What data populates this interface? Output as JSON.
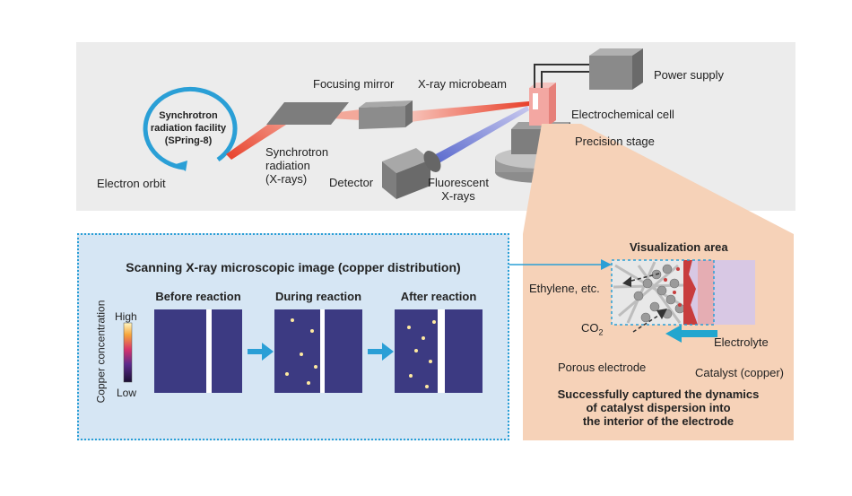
{
  "setup": {
    "synchrotron_label": "Synchrotron\nradiation facility\n(SPring-8)",
    "electron_orbit": "Electron orbit",
    "focusing_mirror": "Focusing mirror",
    "xray_microbeam": "X-ray microbeam",
    "power_supply": "Power supply",
    "electrochemical_cell": "Electrochemical cell",
    "precision_stage": "Precision stage",
    "synchrotron_radiation": "Synchrotron\nradiation\n(X-rays)",
    "detector": "Detector",
    "fluorescent_xrays": "Fluorescent\nX-rays"
  },
  "microscopy": {
    "title": "Scanning X-ray microscopic image (copper distribution)",
    "colorbar_axis": "Copper concentration",
    "colorbar_high": "High",
    "colorbar_low": "Low",
    "panels": [
      {
        "label": "Before reaction"
      },
      {
        "label": "During reaction"
      },
      {
        "label": "After reaction"
      }
    ]
  },
  "visualization": {
    "title": "Visualization area",
    "ethylene": "Ethylene, etc.",
    "co2_prefix": "CO",
    "co2_sub": "2",
    "electrolyte": "Electrolyte",
    "porous_electrode": "Porous electrode",
    "catalyst": "Catalyst (copper)",
    "conclusion": "Successfully captured the dynamics\nof catalyst dispersion into\nthe interior of the electrode"
  },
  "colors": {
    "accent_blue": "#2a9fd6",
    "beam_red": "#e8402a",
    "fluorescence_blue": "#5566cc",
    "panel_orange": "#f6d2b8",
    "panel_blue": "#d6e6f4"
  }
}
